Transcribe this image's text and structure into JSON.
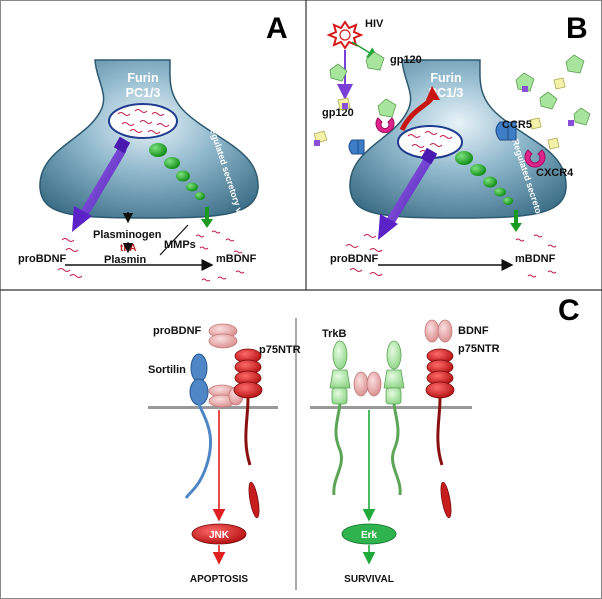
{
  "panels": {
    "A": {
      "letter": "A",
      "enzyme_line1": "Furin",
      "enzyme_line2": "PC1/3",
      "vesicles": "Regulated secretory vesicles",
      "plasminogen": "Plasminogen",
      "tpa": "tPA",
      "plasmin": "Plasmin",
      "mmps": "MMPs",
      "probdnf": "proBDNF",
      "mbdnf": "mBDNF"
    },
    "B": {
      "letter": "B",
      "hiv": "HIV",
      "gp120_top": "gp120",
      "gp120_left": "gp120",
      "enzyme_line1": "Furin",
      "enzyme_line2": "PC1/3",
      "ccr5": "CCR5",
      "cxcr4": "CXCR4",
      "vesicles": "Regulated secretory vesicles",
      "probdnf": "proBDNF",
      "mbdnf": "mBDNF"
    },
    "C": {
      "letter": "C",
      "probdnf": "proBDNF",
      "sortilin": "Sortilin",
      "p75ntr_left": "p75NTR",
      "jnk": "JNK",
      "apoptosis": "APOPTOSIS",
      "trkb": "TrkB",
      "bdnf": "BDNF",
      "p75ntr_right": "p75NTR",
      "erk": "Erk",
      "survival": "SURVIVAL"
    }
  },
  "colors": {
    "neuron": "#4a7d97",
    "vesicle": "#17a51b",
    "purple_arrow": "#6b2bd4",
    "red_receptor": "#c81d1d",
    "green_receptor": "#a9e8a3",
    "sortilin": "#4f86c6",
    "bdnf": "#e9a7a7"
  }
}
